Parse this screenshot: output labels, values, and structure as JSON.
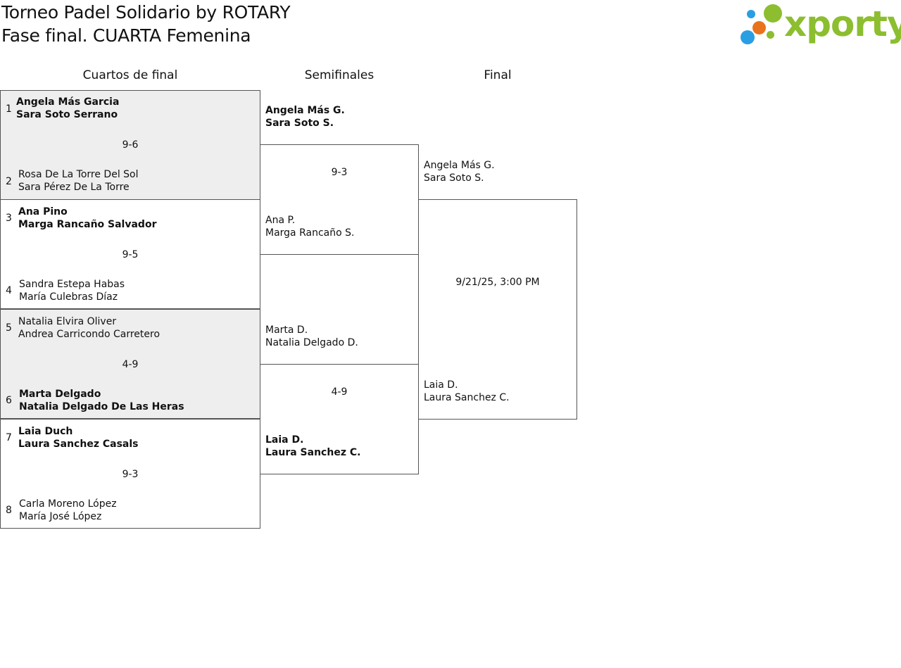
{
  "header": {
    "title": "Torneo Padel Solidario by ROTARY",
    "subtitle": "Fase final. CUARTA Femenina",
    "logo_text": "xporty",
    "logo_colors": {
      "green": "#8cbe2f",
      "orange": "#e8731c",
      "blue": "#2a9ee3"
    }
  },
  "rounds": {
    "quarterfinals": "Cuartos de final",
    "semifinals": "Semifinales",
    "final": "Final"
  },
  "quarterfinals": [
    {
      "score": "9-6",
      "top": {
        "seed": "1",
        "p1": "Angela Más Garcia",
        "p2": "Sara Soto Serrano",
        "winner": true
      },
      "bottom": {
        "seed": "2",
        "p1": "Rosa De La Torre Del Sol",
        "p2": "Sara Pérez De La Torre",
        "winner": false
      }
    },
    {
      "score": "9-5",
      "top": {
        "seed": "3",
        "p1": "Ana Pino",
        "p2": "Marga Rancaño Salvador",
        "winner": true
      },
      "bottom": {
        "seed": "4",
        "p1": "Sandra Estepa Habas",
        "p2": "María Culebras Díaz",
        "winner": false
      }
    },
    {
      "score": "4-9",
      "top": {
        "seed": "5",
        "p1": "Natalia Elvira Oliver",
        "p2": "Andrea Carricondo Carretero",
        "winner": false
      },
      "bottom": {
        "seed": "6",
        "p1": "Marta Delgado",
        "p2": "Natalia Delgado De Las Heras",
        "winner": true
      }
    },
    {
      "score": "9-3",
      "top": {
        "seed": "7",
        "p1": "Laia Duch",
        "p2": "Laura Sanchez Casals",
        "winner": true
      },
      "bottom": {
        "seed": "8",
        "p1": "Carla Moreno López",
        "p2": "María José López",
        "winner": false
      }
    }
  ],
  "semifinals": [
    {
      "score": "9-3",
      "top": {
        "p1": "Angela Más G.",
        "p2": "Sara Soto S.",
        "winner": true
      },
      "bottom": {
        "p1": "Ana P.",
        "p2": "Marga Rancaño S.",
        "winner": false
      }
    },
    {
      "score": "4-9",
      "top": {
        "p1": "Marta D.",
        "p2": "Natalia Delgado D.",
        "winner": false
      },
      "bottom": {
        "p1": "Laia D.",
        "p2": "Laura Sanchez C.",
        "winner": true
      }
    }
  ],
  "final": {
    "datetime": "9/21/25, 3:00 PM",
    "top": {
      "p1": "Angela Más G.",
      "p2": "Sara Soto S."
    },
    "bottom": {
      "p1": "Laia D.",
      "p2": "Laura Sanchez C."
    }
  }
}
